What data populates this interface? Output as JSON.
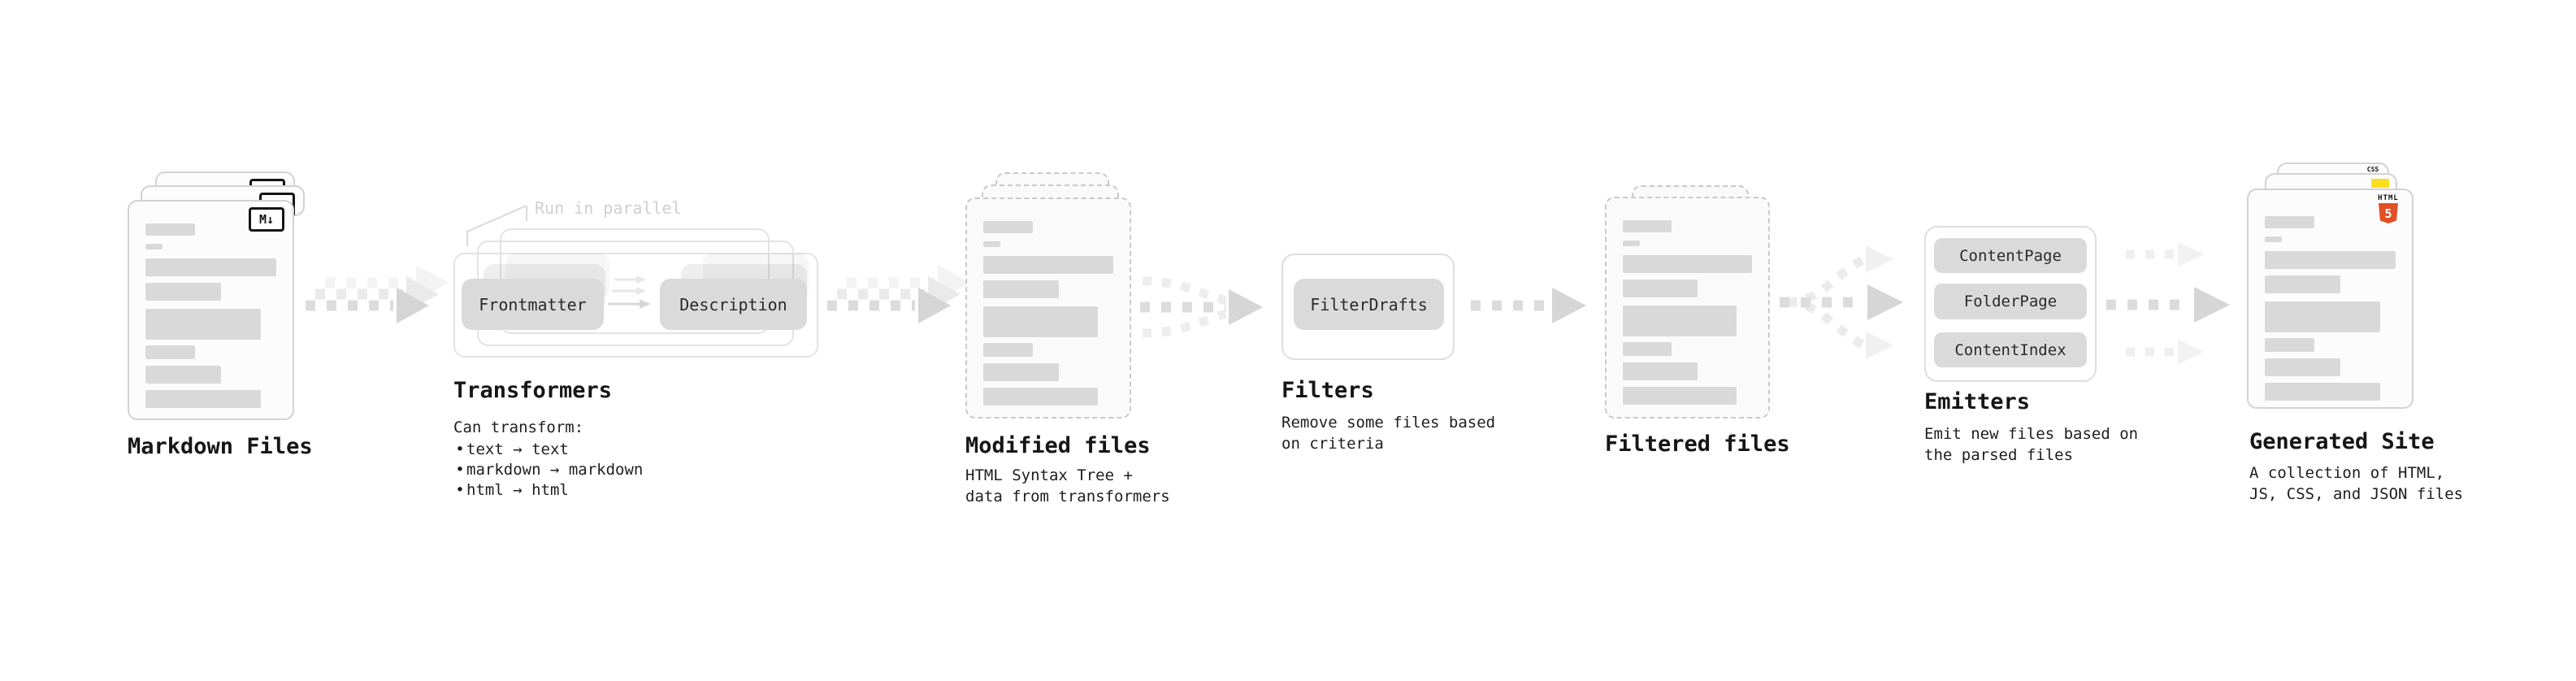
{
  "colors": {
    "placeholder_bar": "#d9d9d9",
    "html5_orange": "#e34f26",
    "js_yellow": "#f7df1e",
    "css_blue": "#2965f1"
  },
  "stages": {
    "markdown_files": {
      "title": "Markdown Files",
      "badge": "M↓"
    },
    "transformers": {
      "note": "Run in parallel",
      "pills": [
        "Frontmatter",
        "Description"
      ],
      "title": "Transformers",
      "heading": "Can transform:",
      "bullet_char": "•",
      "bullets": [
        "text → text",
        "markdown → markdown",
        "html → html"
      ]
    },
    "modified_files": {
      "title": "Modified files",
      "desc": [
        "HTML Syntax Tree +",
        "data from transformers"
      ]
    },
    "filters": {
      "pill": "FilterDrafts",
      "title": "Filters",
      "desc": [
        "Remove some files based",
        "on criteria"
      ]
    },
    "filtered_files": {
      "title": "Filtered files"
    },
    "emitters": {
      "pills": [
        "ContentPage",
        "FolderPage",
        "ContentIndex"
      ],
      "title": "Emitters",
      "desc": [
        "Emit new files based on",
        "the parsed files"
      ]
    },
    "generated_site": {
      "title": "Generated Site",
      "desc": [
        "A collection of HTML,",
        "JS, CSS, and JSON files"
      ],
      "badges": {
        "css": "CSS",
        "html_label": "HTML",
        "html_number": "5"
      }
    }
  }
}
